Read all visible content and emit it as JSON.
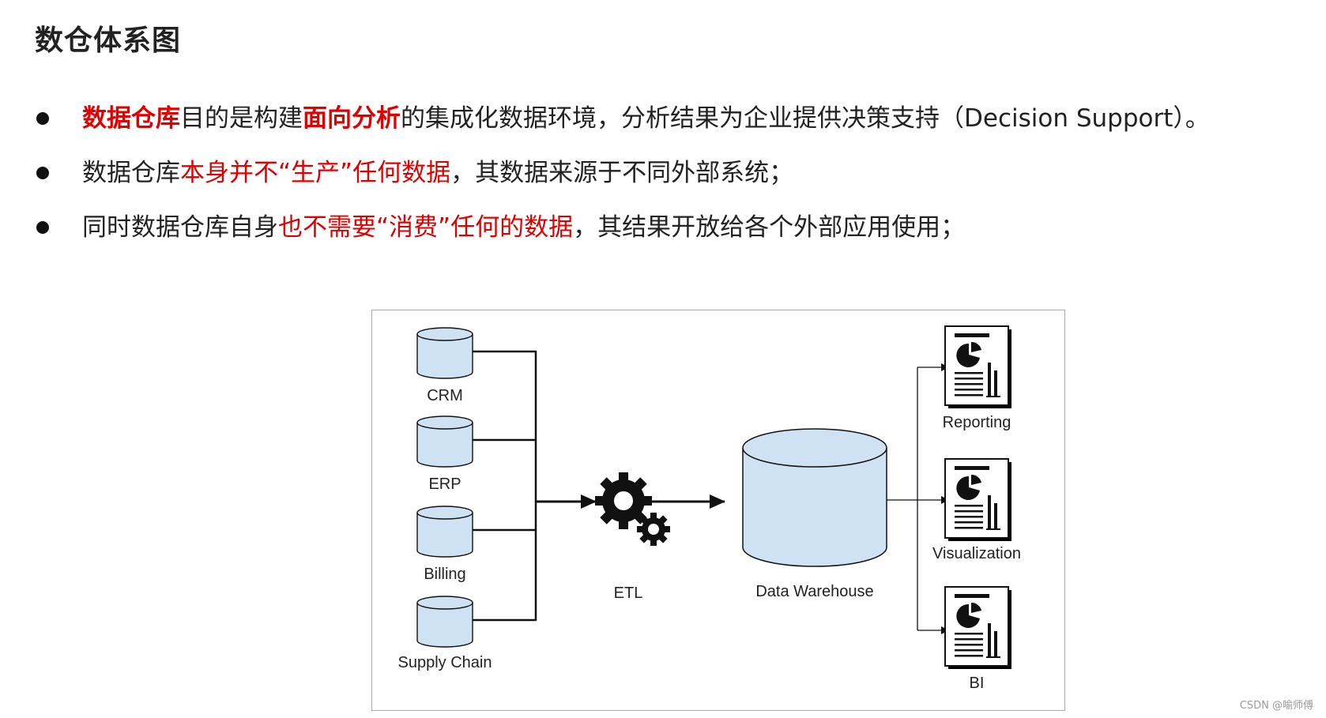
{
  "title": "数仓体系图",
  "bullets": [
    {
      "segments": [
        {
          "text": "数据仓库",
          "red": true,
          "bold": true
        },
        {
          "text": "目的是构建",
          "red": false,
          "bold": false
        },
        {
          "text": "面向分析",
          "red": true,
          "bold": true
        },
        {
          "text": "的集成化数据环境，分析结果为企业提供决策支持（Decision Support）。",
          "red": false,
          "bold": false
        }
      ]
    },
    {
      "segments": [
        {
          "text": "数据仓库",
          "red": false,
          "bold": false
        },
        {
          "text": "本身并不“生产”任何数据",
          "red": true,
          "bold": false
        },
        {
          "text": "，其数据来源于不同外部系统；",
          "red": false,
          "bold": false
        }
      ]
    },
    {
      "segments": [
        {
          "text": "同时数据仓库自身",
          "red": false,
          "bold": false
        },
        {
          "text": "也不需要“消费”任何的数据",
          "red": true,
          "bold": false
        },
        {
          "text": "，其结果开放给各个外部应用使用；",
          "red": false,
          "bold": false
        }
      ]
    }
  ],
  "diagram": {
    "sources": [
      "CRM",
      "ERP",
      "Billing",
      "Supply Chain"
    ],
    "etl_label": "ETL",
    "warehouse_label": "Data Warehouse",
    "outputs": [
      "Reporting",
      "Visualization",
      "BI"
    ],
    "colors": {
      "cylinder_fill": "#cfe2f3",
      "stroke": "#111111",
      "text_red": "#e00000"
    }
  },
  "watermark": "CSDN @喻师傅"
}
